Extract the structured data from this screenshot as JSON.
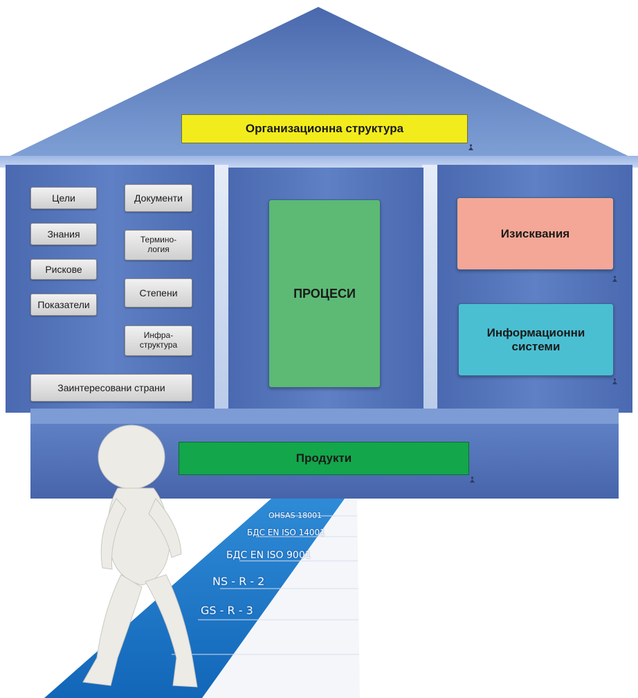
{
  "roof": {
    "label": "Организационна структура",
    "color": "#f2ec1c"
  },
  "left_column": {
    "items_col1": [
      "Цели",
      "Знания",
      "Рискове",
      "Показатели"
    ],
    "items_col2": [
      "Документи",
      "Термино-\nлогия",
      "Степени",
      "Инфра-\nструктура"
    ],
    "bottom_item": "Заинтересовани страни"
  },
  "center": {
    "label": "ПРОЦЕСИ",
    "color": "#5cba75"
  },
  "right_column": {
    "requirements": {
      "label": "Изисквания",
      "color": "#f4a796"
    },
    "info_systems": {
      "label": "Информационни\nсистеми",
      "color": "#4bbfd2"
    }
  },
  "foundation": {
    "label": "Продукти",
    "color": "#13a64a"
  },
  "stairs": {
    "color": "#1778c8",
    "labels": [
      "OHSAS 18001",
      "БДС EN ISO 14001",
      "БДС EN ISO 9001",
      "NS - R - 2",
      "GS - R - 3"
    ]
  },
  "icons": {
    "person": "person-icon",
    "walker": "walking-figure-icon"
  }
}
